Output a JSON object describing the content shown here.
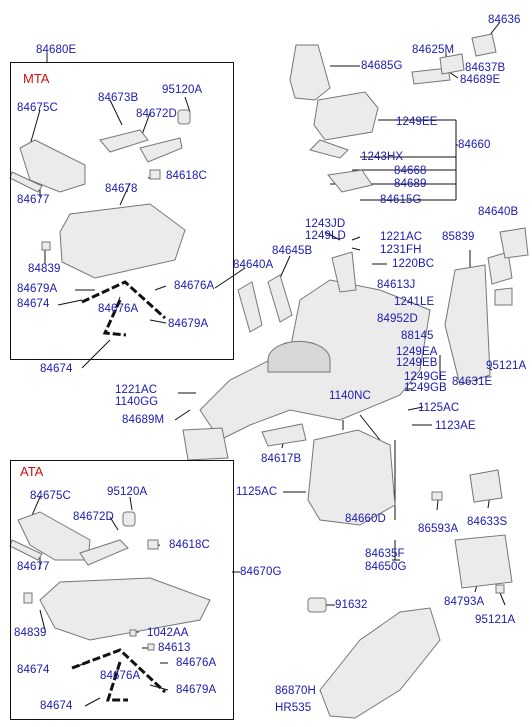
{
  "sections": {
    "mta": "MTA",
    "ata": "ATA"
  },
  "labels": {
    "p84680E": "84680E",
    "p84675C_mta": "84675C",
    "p84673B": "84673B",
    "p95120A_mta": "95120A",
    "p84672D_mta": "84672D",
    "p84618C_mta": "84618C",
    "p84678": "84678",
    "p84677_mta": "84677",
    "p84839_mta": "84839",
    "p84679A_mta1": "84679A",
    "p84674_mta1": "84674",
    "p84676A_mta1": "84676A",
    "p84676A_mta2": "84676A",
    "p84679A_mta2": "84679A",
    "p84674_mta2": "84674",
    "p84685G": "84685G",
    "p84636": "84636",
    "p84625M": "84625M",
    "p84637B": "84637B",
    "p84689E": "84689E",
    "p1249EE": "1249EE",
    "p84660": "84660",
    "p1243HX": "1243HX",
    "p84668": "84668",
    "p84689": "84689",
    "p84615G": "84615G",
    "p1243JD": "1243JD",
    "p1249LD": "1249LD",
    "p1221AC_a": "1221AC",
    "p1231FH": "1231FH",
    "p1220BC": "1220BC",
    "p84640A": "84640A",
    "p84645B": "84645B",
    "p85839": "85839",
    "p84640B": "84640B",
    "p84613J": "84613J",
    "p1241LE": "1241LE",
    "p84952D": "84952D",
    "p88145": "88145",
    "p1249EA": "1249EA",
    "p1249EB": "1249EB",
    "p84631E": "84631E",
    "p95121A_a": "95121A",
    "p1249GE": "1249GE",
    "p1249GB": "1249GB",
    "p1221AC_b": "1221AC",
    "p1140GG": "1140GG",
    "p1140NC": "1140NC",
    "p1125AC_a": "1125AC",
    "p1123AE": "1123AE",
    "p84689M": "84689M",
    "p84617B": "84617B",
    "p1125AC_b": "1125AC",
    "p84660D": "84660D",
    "p86593A": "86593A",
    "p84633S": "84633S",
    "p84635F": "84635F",
    "p84650G": "84650G",
    "p84793A": "84793A",
    "p95121A_b": "95121A",
    "p91632": "91632",
    "p86870H": "86870H",
    "pHR535": "HR535",
    "p84675C_ata": "84675C",
    "p95120A_ata": "95120A",
    "p84672D_ata": "84672D",
    "p84618C_ata": "84618C",
    "p84670G": "84670G",
    "p84677_ata": "84677",
    "p84839_ata": "84839",
    "p1042AA": "1042AA",
    "p84613": "84613",
    "p84674_ata1": "84674",
    "p84676A_ata1": "84676A",
    "p84676A_ata2": "84676A",
    "p84679A_ata": "84679A",
    "p84674_ata2": "84674"
  },
  "colors": {
    "label": "#1a1ab0",
    "section": "#d01010",
    "line": "#111111",
    "part": "#777777"
  }
}
